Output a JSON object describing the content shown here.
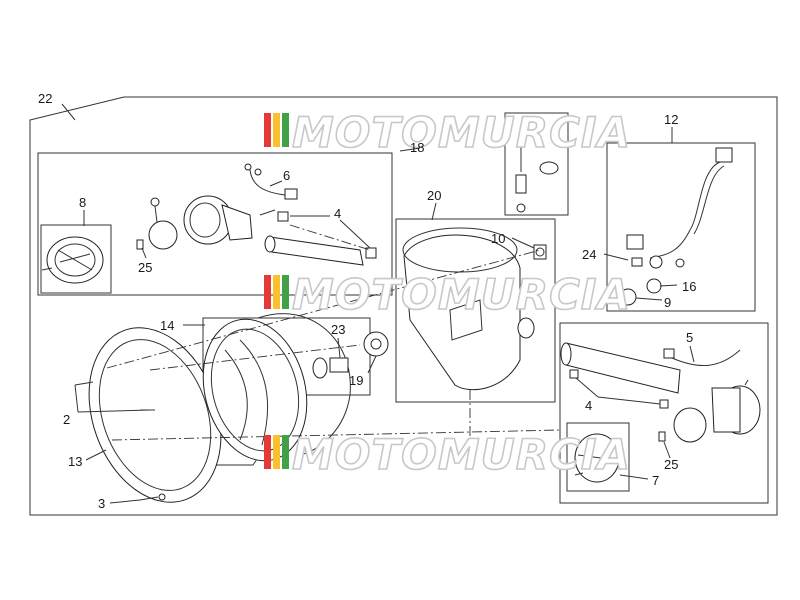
{
  "watermark": {
    "text": "MOTOMURCIA",
    "stripe_colors": [
      "#e53935",
      "#fbc02d",
      "#43a047"
    ]
  },
  "callouts": {
    "n22": "22",
    "n18": "18",
    "n6": "6",
    "n8": "8",
    "n4a": "4",
    "n25a": "25",
    "n20": "20",
    "n10": "10",
    "n12": "12",
    "n24": "24",
    "n16": "16",
    "n9": "9",
    "n14": "14",
    "n23": "23",
    "n19": "19",
    "n2": "2",
    "n13": "13",
    "n3": "3",
    "n5": "5",
    "n4b": "4",
    "n25b": "25",
    "n7": "7"
  }
}
